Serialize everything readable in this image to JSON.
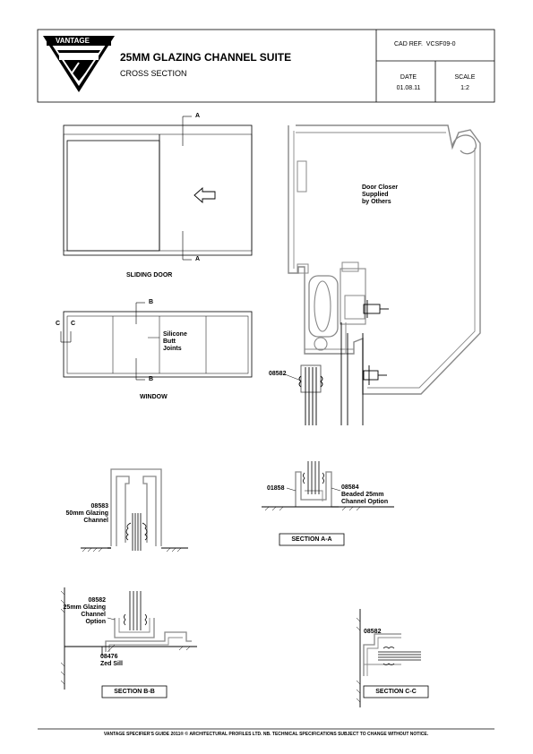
{
  "logo": {
    "text": "VANTAGE"
  },
  "title_block": {
    "title": "25MM GLAZING CHANNEL SUITE",
    "subtitle": "CROSS SECTION",
    "cad_ref": "CAD REF.  VCSF09-0",
    "date_label": "DATE",
    "date_value": "01.08.11",
    "scale_label": "SCALE",
    "scale_value": "1:2"
  },
  "sliding_door": {
    "label": "SLIDING DOOR",
    "section_mark_top": "A",
    "section_mark_bottom": "A"
  },
  "window": {
    "label": "WINDOW",
    "section_mark_top": "B",
    "section_mark_bottom": "B",
    "section_mark_left_1": "C",
    "section_mark_left_2": "C",
    "note": "Silicone\nButt\nJoints"
  },
  "main_section": {
    "note": "Door Closer\nSupplied\nby Others",
    "part": "08582"
  },
  "section_50mm": {
    "part": "08583",
    "desc": "50mm Glazing\nChannel"
  },
  "section_aa": {
    "part_left": "01858",
    "part_right": "08584",
    "desc": "Beaded 25mm\nChannel Option",
    "label": "SECTION A-A"
  },
  "section_bb": {
    "part_top": "08582",
    "desc_top": "25mm Glazing\nChannel\nOption",
    "part_bottom": "08476",
    "desc_bottom": "Zed Sill",
    "label": "SECTION B-B"
  },
  "section_cc": {
    "part": "08582",
    "label": "SECTION C-C"
  },
  "footer": {
    "text": "VANTAGE SPECIFIER'S GUIDE 2011® © ARCHITECTURAL PROFILES LTD. NB. TECHNICAL SPECIFICATIONS SUBJECT TO CHANGE WITHOUT NOTICE."
  }
}
